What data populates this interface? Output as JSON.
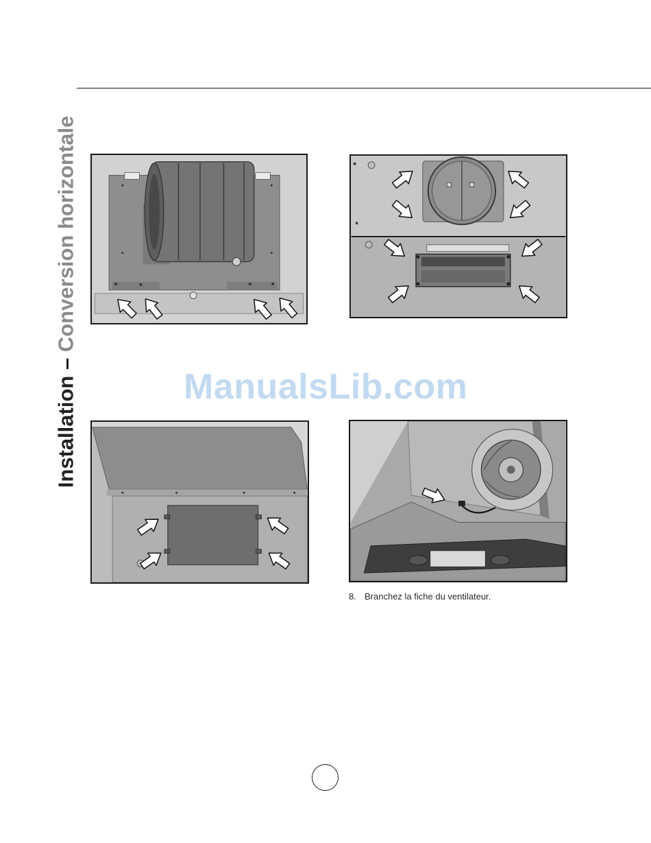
{
  "side_title": {
    "part1": "Installation –",
    "part2": "Conversion horizontale"
  },
  "watermark": "ManualsLib.com",
  "caption": {
    "number": "8.",
    "text": "Branchez la fiche du ventilateur."
  },
  "colors": {
    "rule": "#1a1a1a",
    "title_dark": "#222222",
    "title_gray": "#8a8a8a",
    "watermark": "#78aae1"
  }
}
